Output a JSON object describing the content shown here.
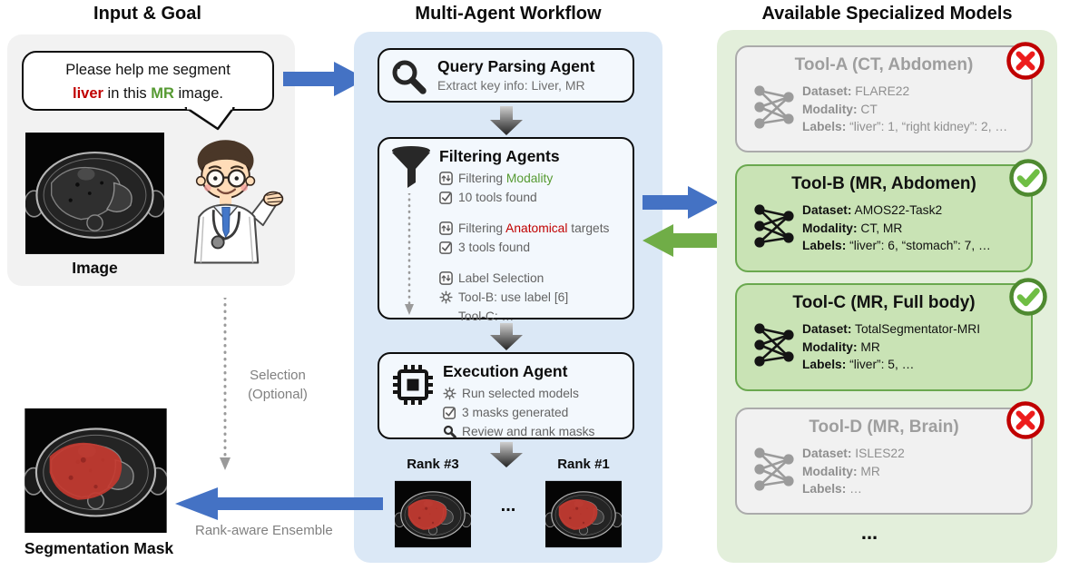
{
  "titles": {
    "left": "Input & Goal",
    "middle": "Multi-Agent Workflow",
    "right": "Available Specialized Models"
  },
  "bubble": {
    "line1": "Please help me segment",
    "seg_liver": "liver",
    "seg_mid": " in this ",
    "seg_mr": "MR",
    "seg_end": " image."
  },
  "labels": {
    "image": "Image",
    "segmentation_mask": "Segmentation Mask",
    "selection": "Selection",
    "optional": "(Optional)",
    "rank_aware": "Rank-aware Ensemble",
    "rank3": "Rank #3",
    "rank1": "Rank #1",
    "rank_dots": "...",
    "tools_dots": "..."
  },
  "query_agent": {
    "title": "Query Parsing Agent",
    "subtitle": "Extract key info: Liver, MR"
  },
  "filtering_agent": {
    "title": "Filtering Agents",
    "row1_prefix": "Filtering ",
    "row1_highlight": "Modality",
    "row2": "10 tools found",
    "row3_prefix": "Filtering ",
    "row3_highlight": "Anatomical",
    "row3_suffix": " targets",
    "row4": "3 tools found",
    "row5": "Label Selection",
    "row6": "Tool-B: use label [6]",
    "row7": "Tool-C: …"
  },
  "execution_agent": {
    "title": "Execution Agent",
    "row1": "Run selected models",
    "row2": "3 masks generated",
    "row3": "Review and rank masks"
  },
  "field_labels": {
    "dataset": "Dataset:",
    "modality": "Modality:",
    "labels": "Labels:"
  },
  "tools": [
    {
      "name": "Tool-A (CT, Abdomen)",
      "dataset": "FLARE22",
      "modality": "CT",
      "labels": "“liver”: 1, “right kidney”: 2, …",
      "status": "rejected"
    },
    {
      "name": "Tool-B (MR, Abdomen)",
      "dataset": "AMOS22-Task2",
      "modality": "CT, MR",
      "labels": "“liver”: 6, “stomach”: 7, …",
      "status": "accepted"
    },
    {
      "name": "Tool-C (MR, Full body)",
      "dataset": "TotalSegmentator-MRI",
      "modality": "MR",
      "labels": "“liver”: 5, …",
      "status": "accepted"
    },
    {
      "name": "Tool-D (MR, Brain)",
      "dataset": "ISLES22",
      "modality": "MR",
      "labels": "…",
      "status": "rejected"
    }
  ],
  "colors": {
    "accent_blue": "#4472C4",
    "accent_green": "#70AD47",
    "red_text": "#C00000",
    "green_text": "#569A32",
    "panel_blue": "#DBE8F6",
    "panel_green": "#E3EFDB",
    "panel_gray": "#F2F2F2",
    "card_green": "#C9E3B5",
    "card_gray": "#F1F1F1",
    "mask_red": "#C43A30"
  }
}
